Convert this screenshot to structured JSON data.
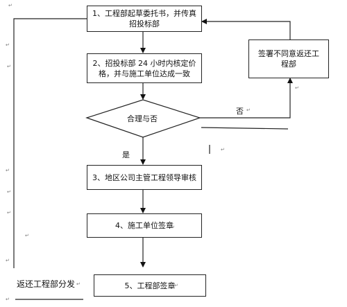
{
  "steps": {
    "s1": [
      "1、工程部起草委托书，并传真",
      "招投标部"
    ],
    "s2": [
      "2、招投标部 24 小时内核定价",
      "格，并与施工单位达成一致"
    ],
    "decision": "合理与否",
    "s3": "3、地区公司主管工程领导审核",
    "s4": "4、施工单位签章",
    "s5": "5、工程部签章",
    "reject": [
      "签署不同意返还工",
      "程部"
    ]
  },
  "labels": {
    "yes": "是",
    "no": "否",
    "return_dispatch": "返还工程部分发"
  },
  "paragraph_mark": "↵"
}
